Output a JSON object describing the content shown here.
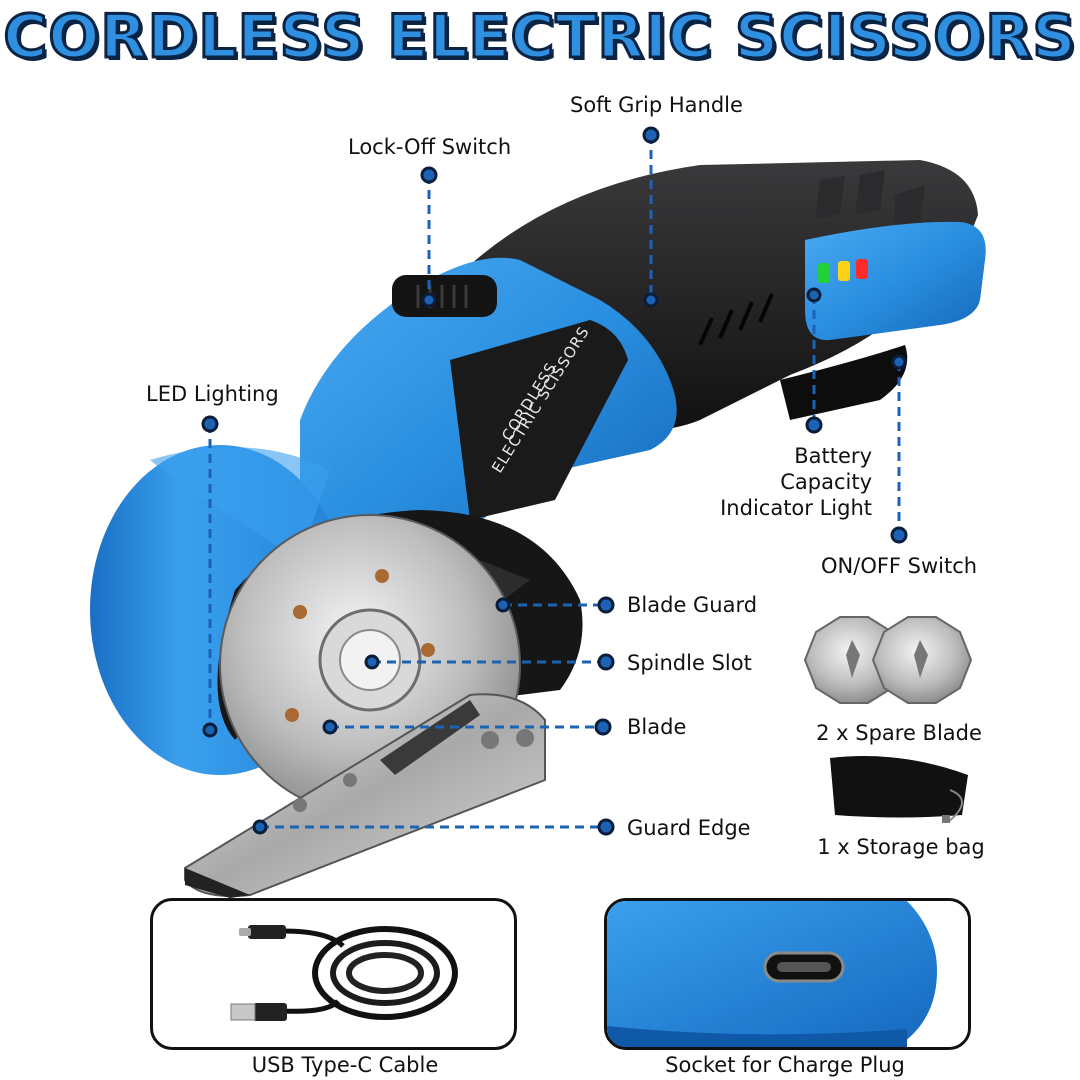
{
  "title": "CORDLESS ELECTRIC SCISSORS",
  "body_print": {
    "line1": "CORDLESS",
    "line2": "ELECTRIC SCISSORS"
  },
  "callouts": {
    "soft_grip": "Soft Grip Handle",
    "lock_off": "Lock-Off Switch",
    "led_lighting": "LED Lighting",
    "battery_indicator": "Battery Capacity\nIndicator Light",
    "on_off": "ON/OFF Switch",
    "blade_guard": "Blade Guard",
    "spindle_slot": "Spindle Slot",
    "blade": "Blade",
    "guard_edge": "Guard Edge"
  },
  "accessories": {
    "spare_blade": "2 x Spare Blade",
    "storage_bag": "1 x Storage bag",
    "usb_cable": "USB Type-C Cable",
    "socket": "Socket for Charge Plug"
  },
  "colors": {
    "body_blue": "#2a8fe0",
    "dark_blue": "#1566b8",
    "handle_black": "#1c1c1e",
    "leader_blue": "#1c62b5",
    "led_green": "#22d13a",
    "led_yellow": "#ffd21a",
    "led_red": "#ff2a2a"
  }
}
